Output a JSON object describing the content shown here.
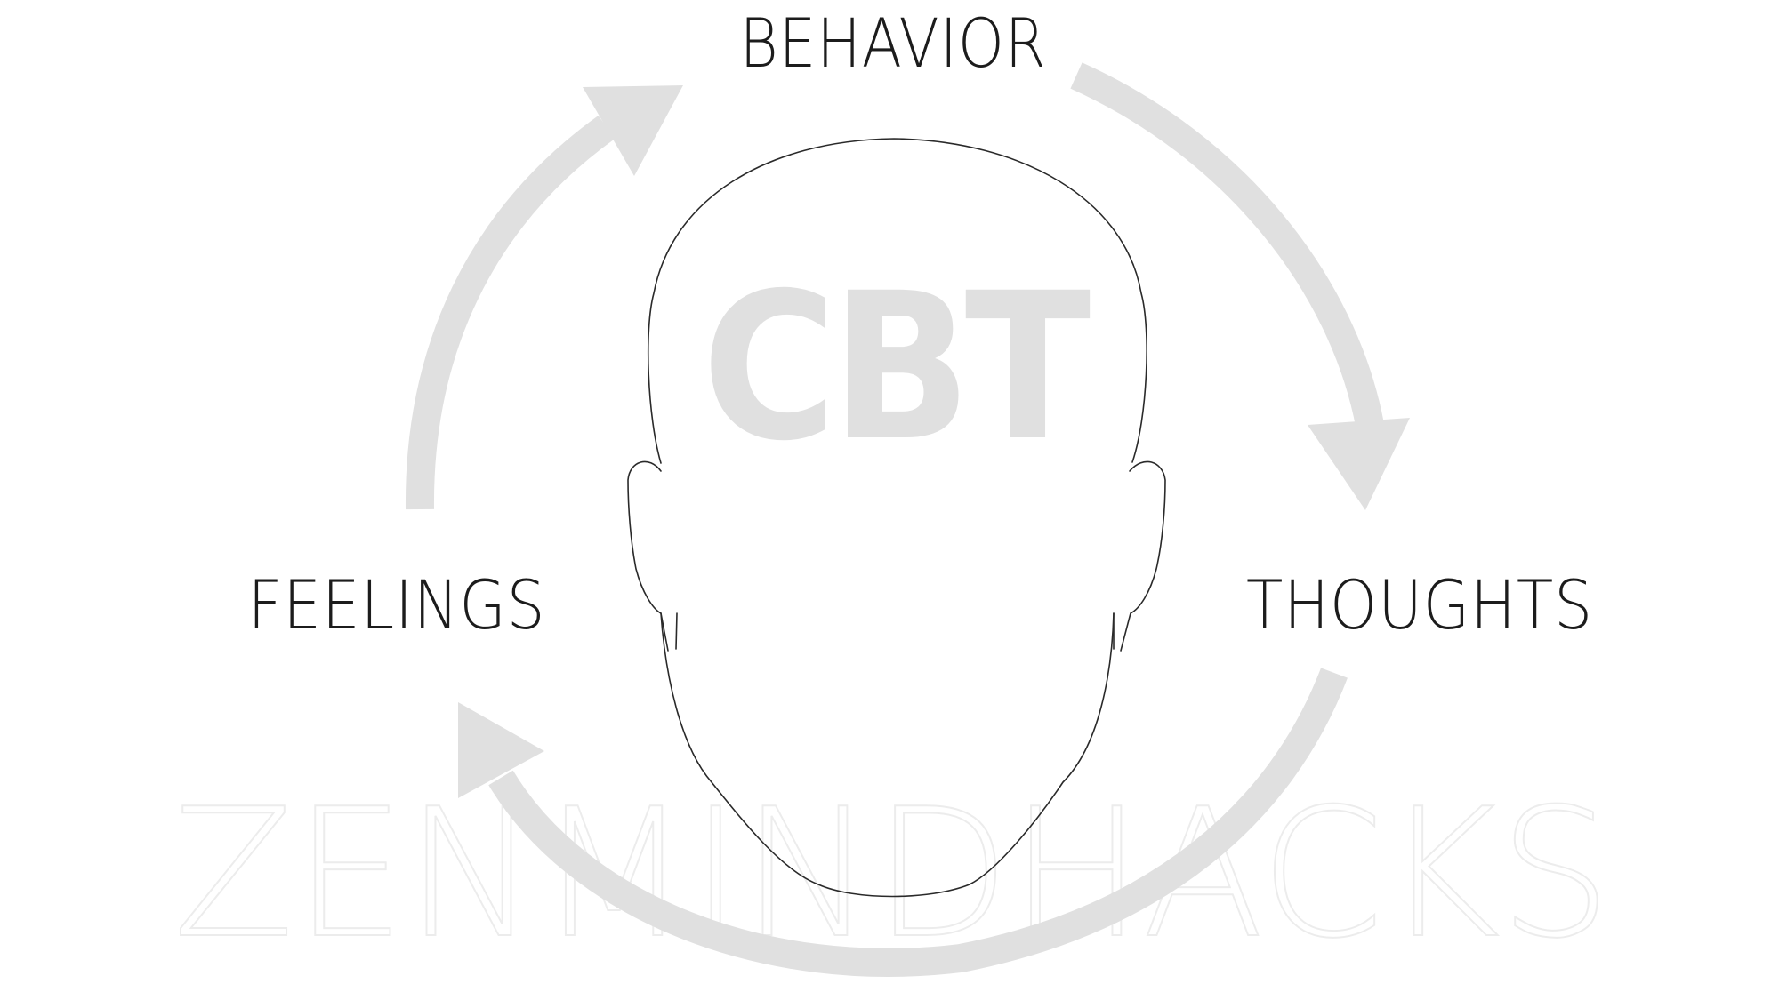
{
  "diagram": {
    "center_title": "CBT",
    "nodes": {
      "behavior": "BEHAVIOR",
      "thoughts": "THOUGHTS",
      "feelings": "FEELINGS"
    },
    "cycle": [
      {
        "from": "BEHAVIOR",
        "to": "THOUGHTS"
      },
      {
        "from": "THOUGHTS",
        "to": "FEELINGS"
      },
      {
        "from": "FEELINGS",
        "to": "BEHAVIOR"
      }
    ],
    "watermark": "ZENMINDHACKS"
  },
  "colors": {
    "arrow": "#e0e0e0",
    "text": "#1c1c1c",
    "cbt": "#e0e0e0",
    "head_outline": "#2a2a2a",
    "watermark": "#ececec"
  }
}
